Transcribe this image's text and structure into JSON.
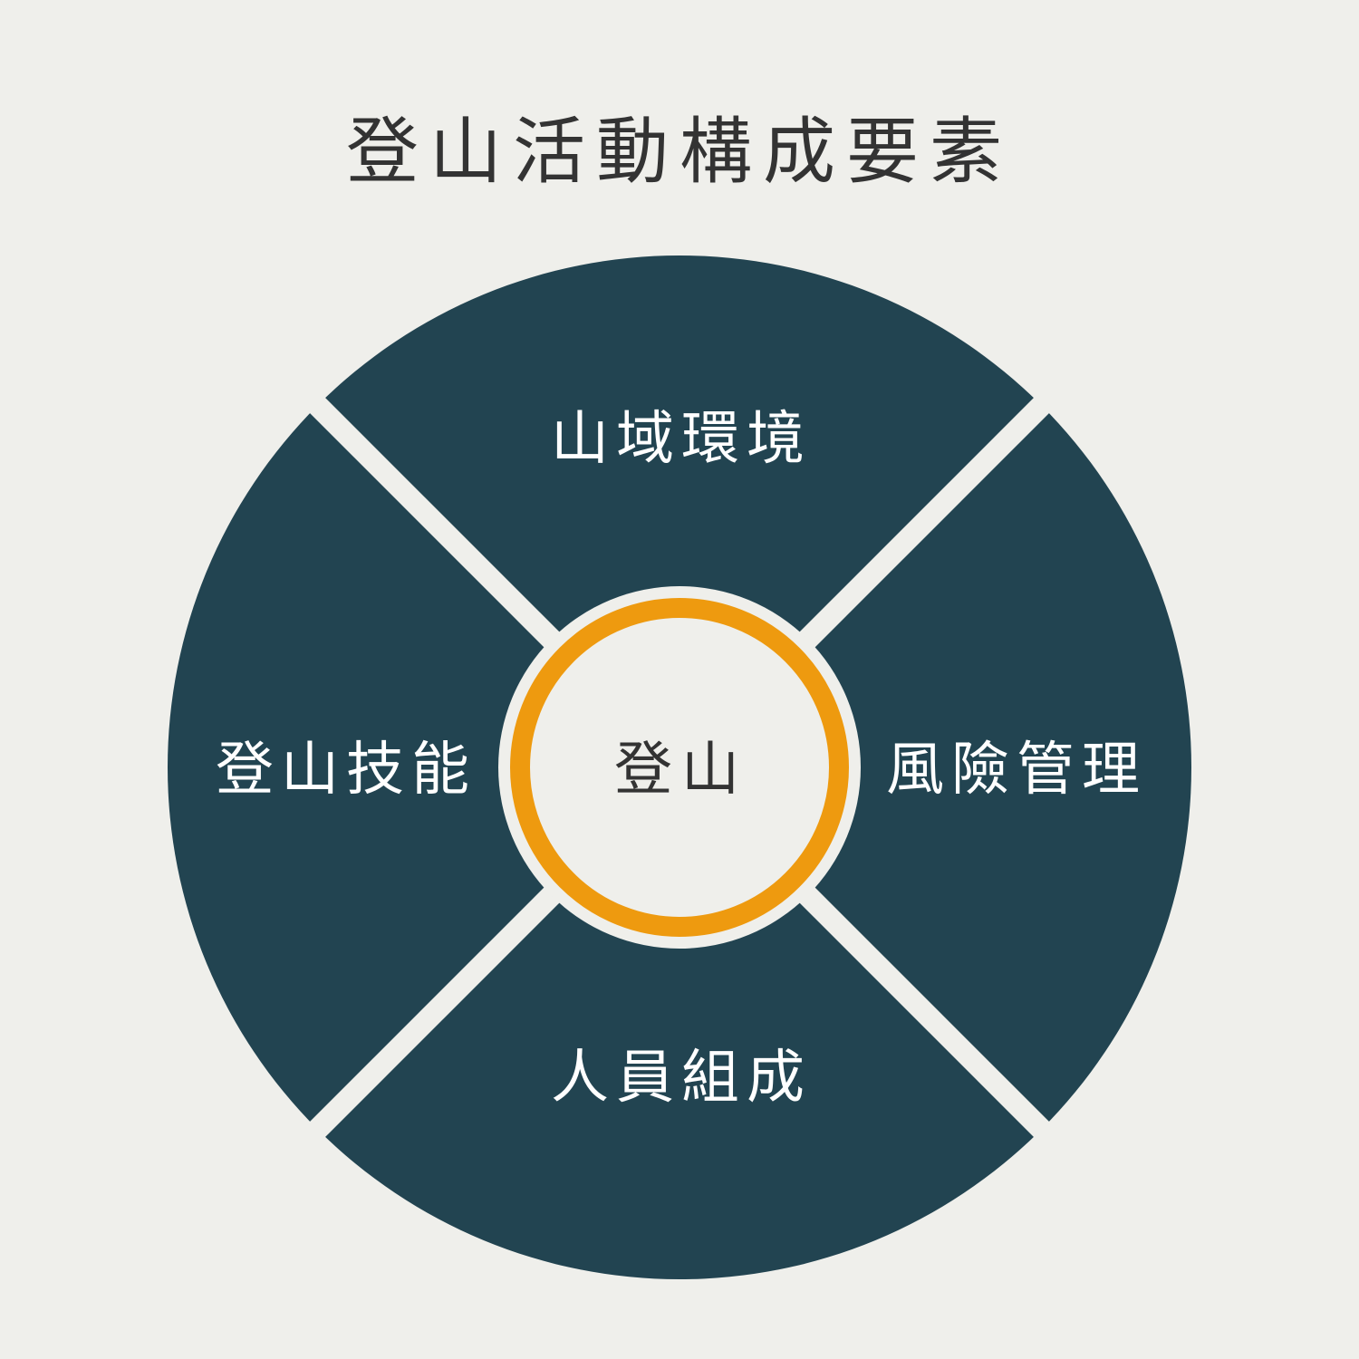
{
  "title": "登山活動構成要素",
  "center": {
    "label": "登山"
  },
  "segments": [
    {
      "position": "top",
      "label": "山域環境"
    },
    {
      "position": "right",
      "label": "風險管理"
    },
    {
      "position": "bottom",
      "label": "人員組成"
    },
    {
      "position": "left",
      "label": "登山技能"
    }
  ],
  "colors": {
    "background": "#efefeb",
    "segment": "#224451",
    "ring": "#ee9a0f",
    "center": "#efefeb",
    "title_text": "#333333",
    "segment_text": "#ffffff"
  }
}
